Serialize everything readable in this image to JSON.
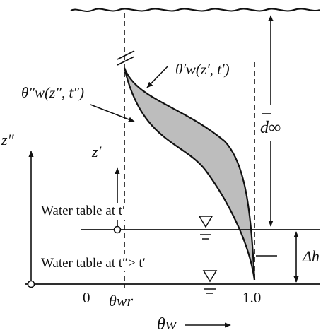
{
  "labels": {
    "theta_prime": "θ′w(z′, t′)",
    "theta_double": "θ″w(z″, t″)",
    "d_inf": "d∞",
    "z_double": "z″",
    "z_prime": "z′",
    "wt_prime": "Water table at t′",
    "wt_double": "Water table at t″> t′",
    "delta_h": "Δh",
    "tick_zero": "0",
    "theta_wr": "θwr",
    "tick_one": "1.0",
    "theta_w": "θw"
  },
  "colors": {
    "line": "#111111",
    "shade": "#bdbdbd"
  }
}
